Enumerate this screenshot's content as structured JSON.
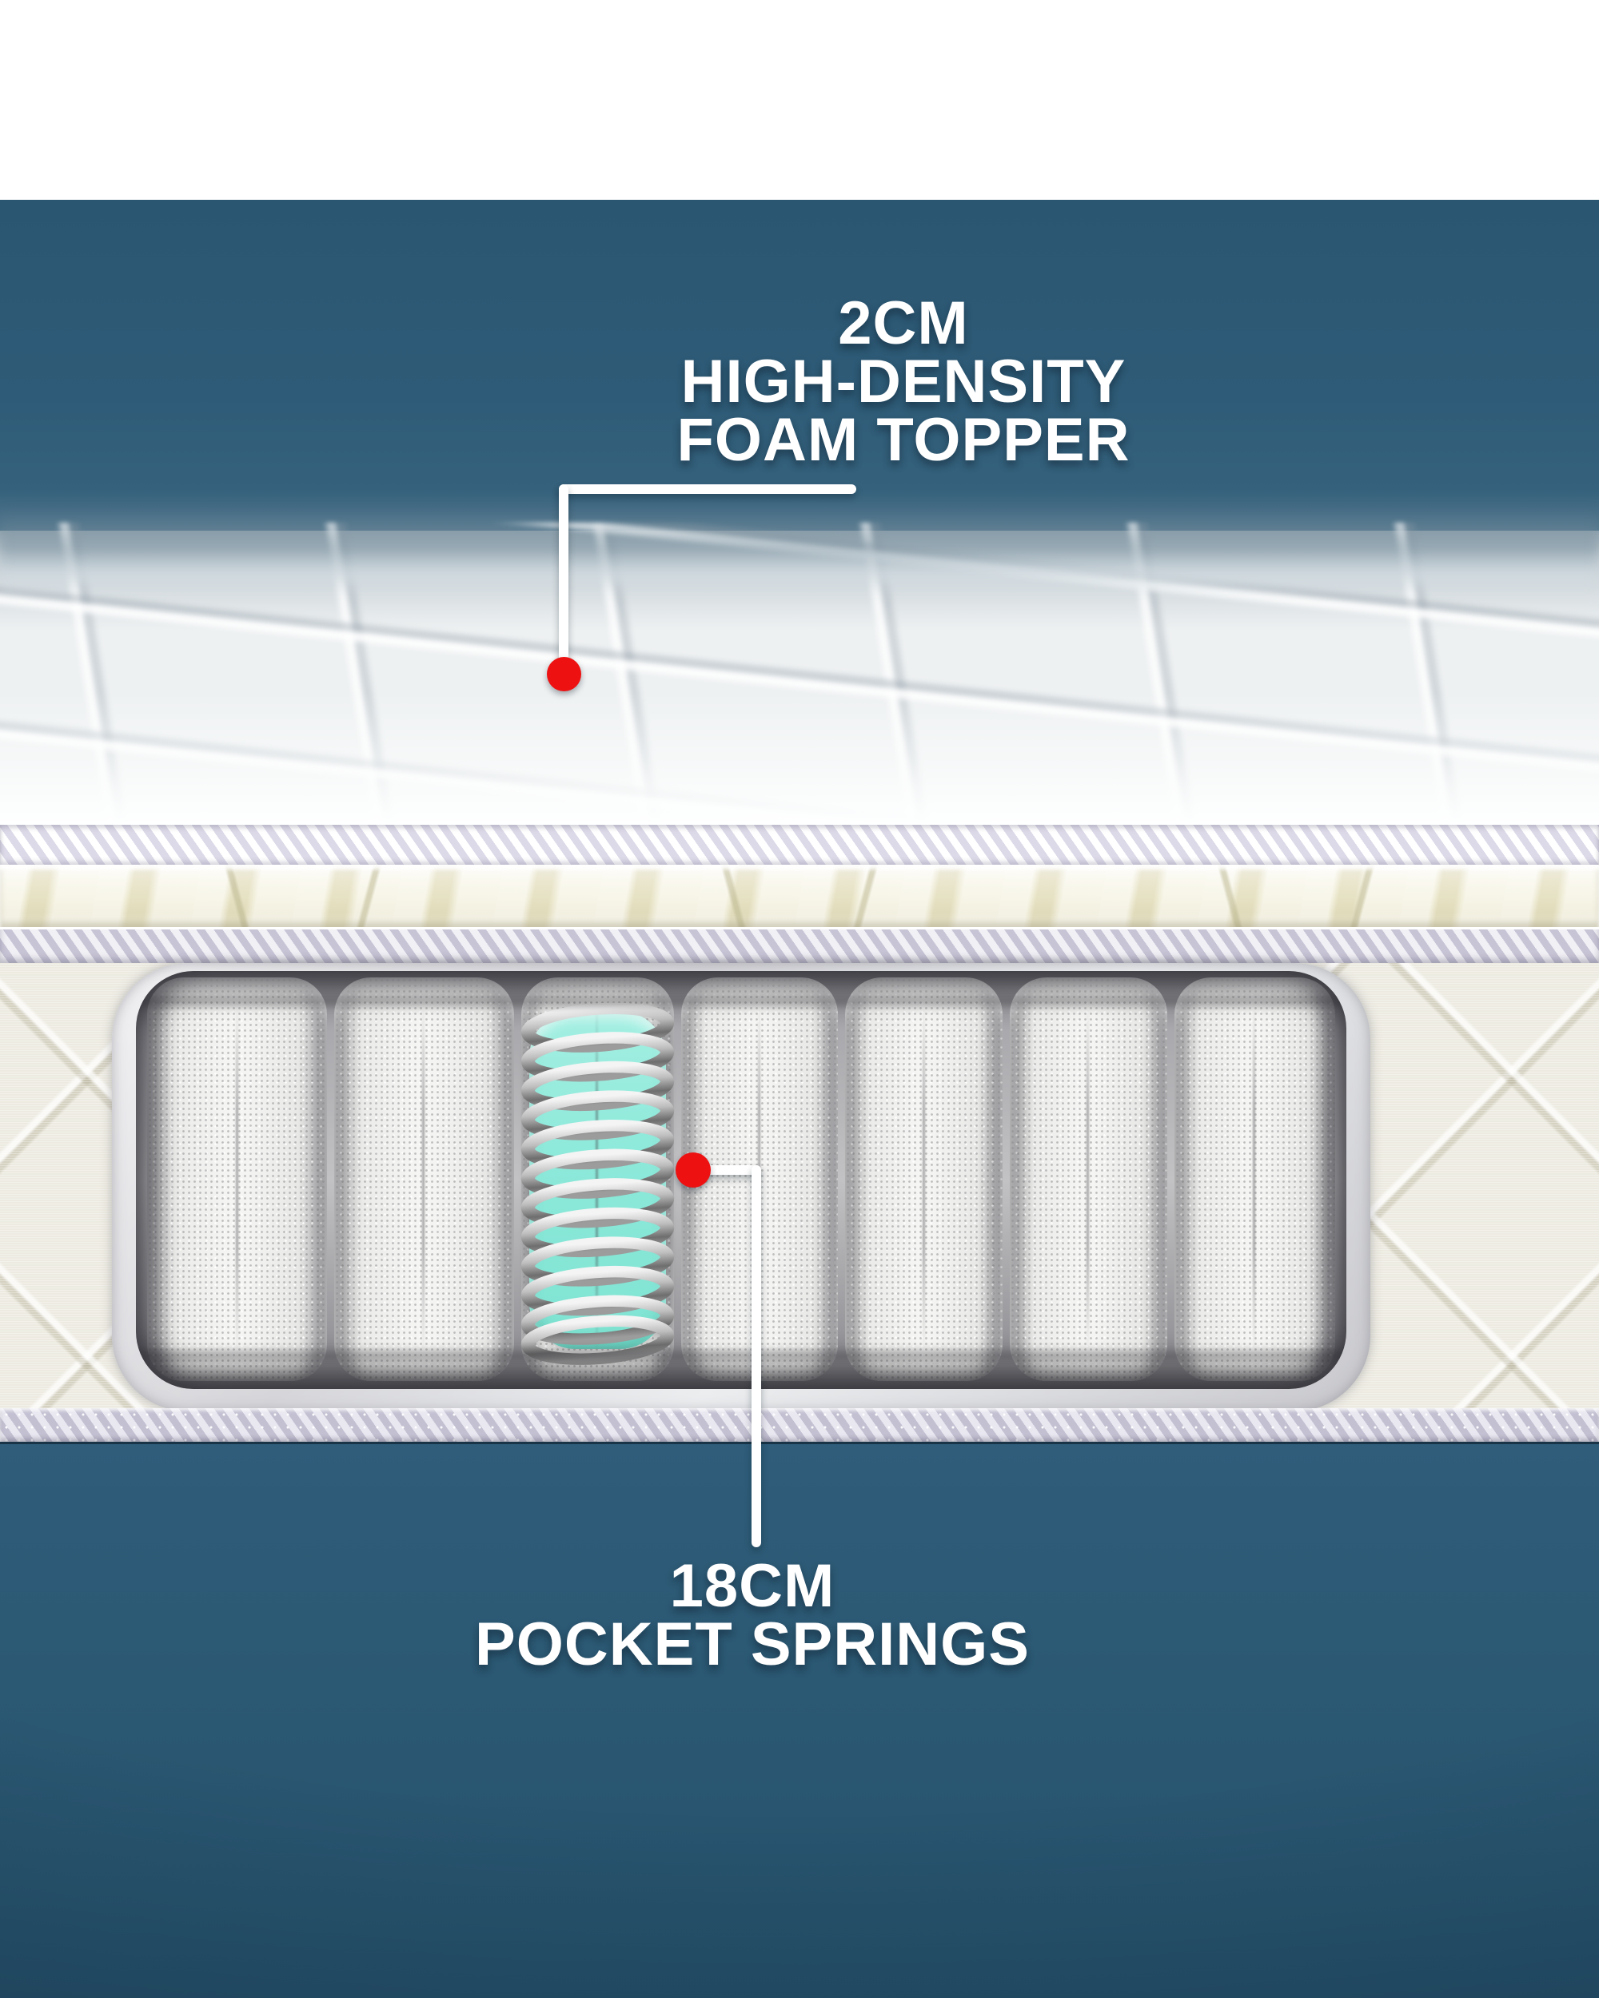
{
  "title": "Mattress construction cutaway infographic",
  "callouts": {
    "foam_topper": {
      "lines": [
        "2CM",
        "HIGH-DENSITY",
        "FOAM TOPPER"
      ]
    },
    "pocket_springs": {
      "lines": [
        "18CM",
        "POCKET SPRINGS"
      ]
    }
  },
  "colors": {
    "backdrop_teal": "#2e5b77",
    "backdrop_teal_bottom": "#27536e",
    "top_margin_white": "#ffffff",
    "label_text": "#ffffff",
    "marker_red": "#ee1111",
    "connector_line": "#ffffff",
    "spring_pocket_aqua": "#8ce9da",
    "coil_metal": "#9c9c9c",
    "tape_lavender": "#d6d3e2",
    "foam_topper_cream": "#eeeacd",
    "pocket_fabric_gray": "#ebebe9"
  }
}
